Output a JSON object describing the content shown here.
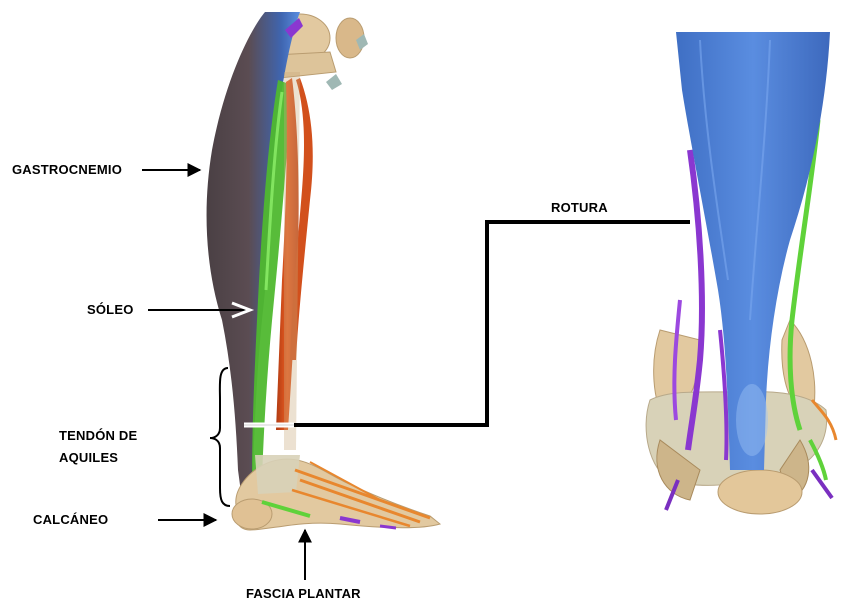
{
  "labels": {
    "gastrocnemio": "GASTROCNEMIO",
    "soleo": "SÓLEO",
    "tendon_line1": "TENDÓN DE",
    "tendon_line2": "AQUILES",
    "calcaneo": "CALCÁNEO",
    "fascia": "FASCIA PLANTAR",
    "rotura": "ROTURA"
  },
  "colors": {
    "gastrocnemius_blue": "#4a78c8",
    "gastrocnemius_dark": "#5a4a4c",
    "soleus_green": "#5fd23a",
    "tibialis_red": "#e2571f",
    "bone": "#e2c9a0",
    "ligament": "#d8d2b8",
    "vessel_purple": "#8a37d0",
    "tendon_orange": "#e8872e",
    "arrow": "#000000",
    "rupture_mark": "#ffffff"
  }
}
